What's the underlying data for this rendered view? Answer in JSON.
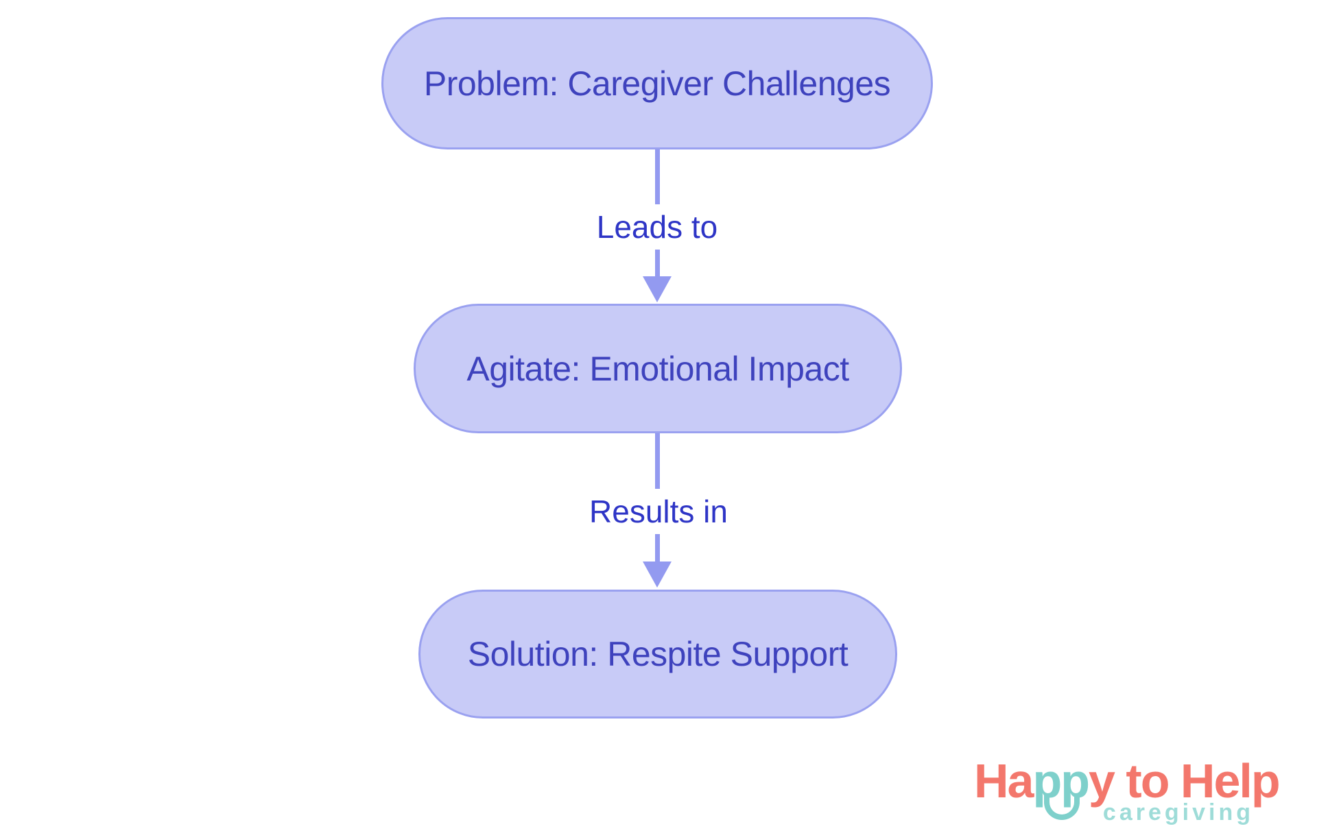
{
  "diagram": {
    "nodes": [
      {
        "label": "Problem: Caregiver Challenges"
      },
      {
        "label": "Agitate: Emotional Impact"
      },
      {
        "label": "Solution: Respite Support"
      }
    ],
    "edges": [
      {
        "label": "Leads to"
      },
      {
        "label": "Results in"
      }
    ],
    "colors": {
      "node_fill": "#c8cbf7",
      "node_border": "#9aa1f0",
      "node_text": "#3e42bd",
      "edge_text": "#2e35c6",
      "arrow": "#939af0"
    }
  },
  "logo": {
    "segments": [
      {
        "text": "Ha",
        "color": "#f3776c"
      },
      {
        "text": "pp",
        "color": "#7ed0cb"
      },
      {
        "text": "y to Help",
        "color": "#f3776c"
      }
    ],
    "subtitle": "caregiving",
    "subtitle_color": "#9edcd8",
    "smile_icon_color": "#7ed0cb"
  }
}
